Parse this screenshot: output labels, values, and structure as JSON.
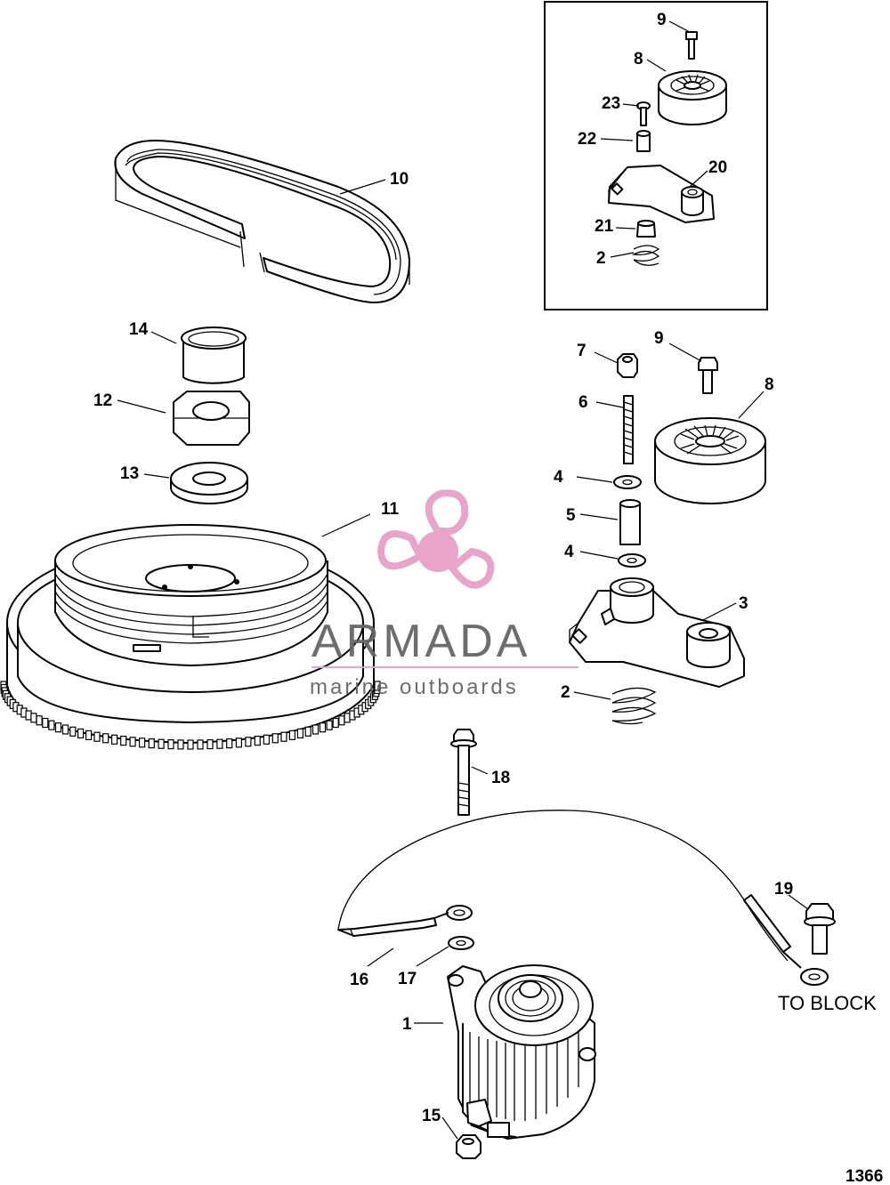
{
  "diagram": {
    "callouts": [
      {
        "id": "c9a",
        "text": "9"
      },
      {
        "id": "c8a",
        "text": "8"
      },
      {
        "id": "c23",
        "text": "23"
      },
      {
        "id": "c22",
        "text": "22"
      },
      {
        "id": "c20",
        "text": "20"
      },
      {
        "id": "c21",
        "text": "21"
      },
      {
        "id": "c2a",
        "text": "2"
      },
      {
        "id": "c10",
        "text": "10"
      },
      {
        "id": "c14",
        "text": "14"
      },
      {
        "id": "c12",
        "text": "12"
      },
      {
        "id": "c13",
        "text": "13"
      },
      {
        "id": "c11",
        "text": "11"
      },
      {
        "id": "c7",
        "text": "7"
      },
      {
        "id": "c9b",
        "text": "9"
      },
      {
        "id": "c6",
        "text": "6"
      },
      {
        "id": "c8b",
        "text": "8"
      },
      {
        "id": "c4a",
        "text": "4"
      },
      {
        "id": "c5",
        "text": "5"
      },
      {
        "id": "c4b",
        "text": "4"
      },
      {
        "id": "c3",
        "text": "3"
      },
      {
        "id": "c2b",
        "text": "2"
      },
      {
        "id": "c18",
        "text": "18"
      },
      {
        "id": "c19",
        "text": "19"
      },
      {
        "id": "c16",
        "text": "16"
      },
      {
        "id": "c17",
        "text": "17"
      },
      {
        "id": "c1",
        "text": "1"
      },
      {
        "id": "c15",
        "text": "15"
      }
    ],
    "note": "TO BLOCK",
    "figure_number": "1366"
  },
  "watermark": {
    "brand": "ARMADA",
    "tagline": "marine outboards",
    "accent_color": "#e8a0c8"
  }
}
